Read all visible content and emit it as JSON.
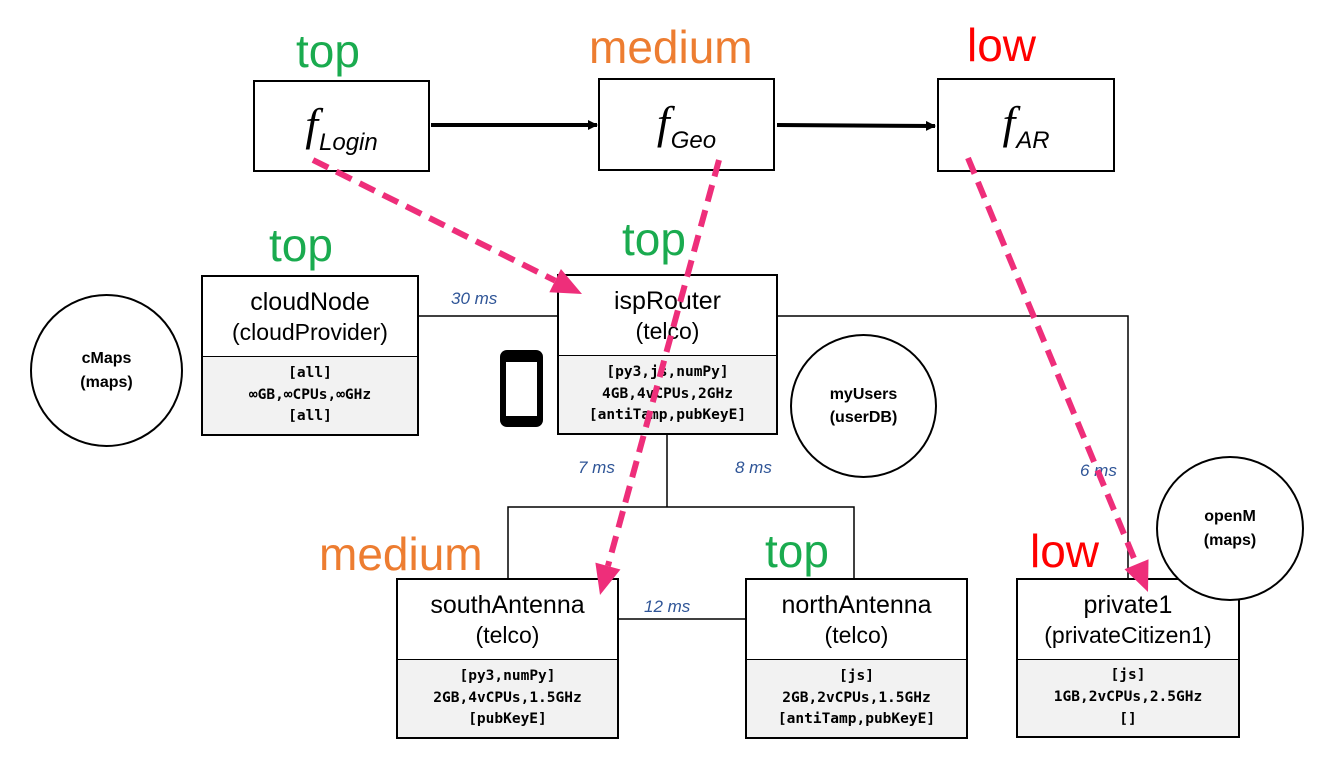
{
  "colors": {
    "top": "#1aab4f",
    "medium": "#ed7d31",
    "low": "#ff0000",
    "placement_arrow": "#ee2e7a",
    "latency": "#2f5597"
  },
  "functions": [
    {
      "id": "login",
      "symbol": "f",
      "subscript": "Login",
      "level": "top",
      "level_color": "top"
    },
    {
      "id": "geo",
      "symbol": "f",
      "subscript": "Geo",
      "level": "medium",
      "level_color": "medium"
    },
    {
      "id": "ar",
      "symbol": "f",
      "subscript": "AR",
      "level": "low",
      "level_color": "low"
    }
  ],
  "nodes": {
    "cloudNode": {
      "name": "cloudNode",
      "owner": "(cloudProvider)",
      "level": "top",
      "level_color": "top",
      "software": "[all]",
      "hardware": "∞GB,∞CPUs,∞GHz",
      "security": "[all]"
    },
    "ispRouter": {
      "name": "ispRouter",
      "owner": "(telco)",
      "level": "top",
      "level_color": "top",
      "software": "[py3,js,numPy]",
      "hardware": "4GB,4vCPUs,2GHz",
      "security": "[antiTamp,pubKeyE]"
    },
    "southAntenna": {
      "name": "southAntenna",
      "owner": "(telco)",
      "level": "medium",
      "level_color": "medium",
      "software": "[py3,numPy]",
      "hardware": "2GB,4vCPUs,1.5GHz",
      "security": "[pubKeyE]"
    },
    "northAntenna": {
      "name": "northAntenna",
      "owner": "(telco)",
      "level": "top",
      "level_color": "top",
      "software": "[js]",
      "hardware": "2GB,2vCPUs,1.5GHz",
      "security": "[antiTamp,pubKeyE]"
    },
    "private1": {
      "name": "private1",
      "owner": "(privateCitizen1)",
      "level": "low",
      "level_color": "low",
      "software": "[js]",
      "hardware": "1GB,2vCPUs,2.5GHz",
      "security": "[]"
    }
  },
  "links": [
    {
      "from": "cloudNode",
      "to": "ispRouter",
      "latency": "30 ms"
    },
    {
      "from": "ispRouter",
      "to": "southAntenna",
      "latency": "7 ms"
    },
    {
      "from": "ispRouter",
      "to": "northAntenna",
      "latency": "8 ms"
    },
    {
      "from": "ispRouter",
      "to": "private1",
      "latency": "6 ms"
    },
    {
      "from": "southAntenna",
      "to": "northAntenna",
      "latency": "12 ms"
    }
  ],
  "services": [
    {
      "id": "cMaps",
      "name": "cMaps",
      "type": "(maps)"
    },
    {
      "id": "myUsers",
      "name": "myUsers",
      "type": "(userDB)"
    },
    {
      "id": "openM",
      "name": "openM",
      "type": "(maps)"
    }
  ],
  "placements": [
    {
      "function": "login",
      "node": "ispRouter"
    },
    {
      "function": "geo",
      "node": "southAntenna"
    },
    {
      "function": "ar",
      "node": "private1"
    }
  ],
  "icons": {
    "device": "smartphone-icon"
  }
}
